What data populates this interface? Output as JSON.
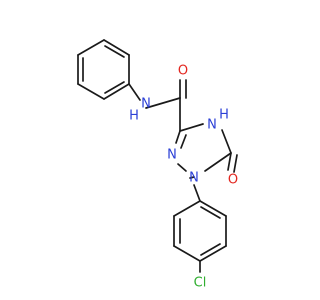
{
  "molecule": {
    "atoms": {
      "nh_amide": "N",
      "h_amide": "H",
      "o_carbonyl": "O",
      "nh_ring": "N",
      "h_ring": "H",
      "n_ring_left": "N",
      "n_ring_bottom": "N",
      "o_keto": "O",
      "cl": "Cl"
    },
    "colors": {
      "bond": "#1a1a1a",
      "nitrogen": "#2b3fd6",
      "oxygen": "#e3261f",
      "chlorine": "#2fae2f",
      "background": "#ffffff"
    }
  }
}
